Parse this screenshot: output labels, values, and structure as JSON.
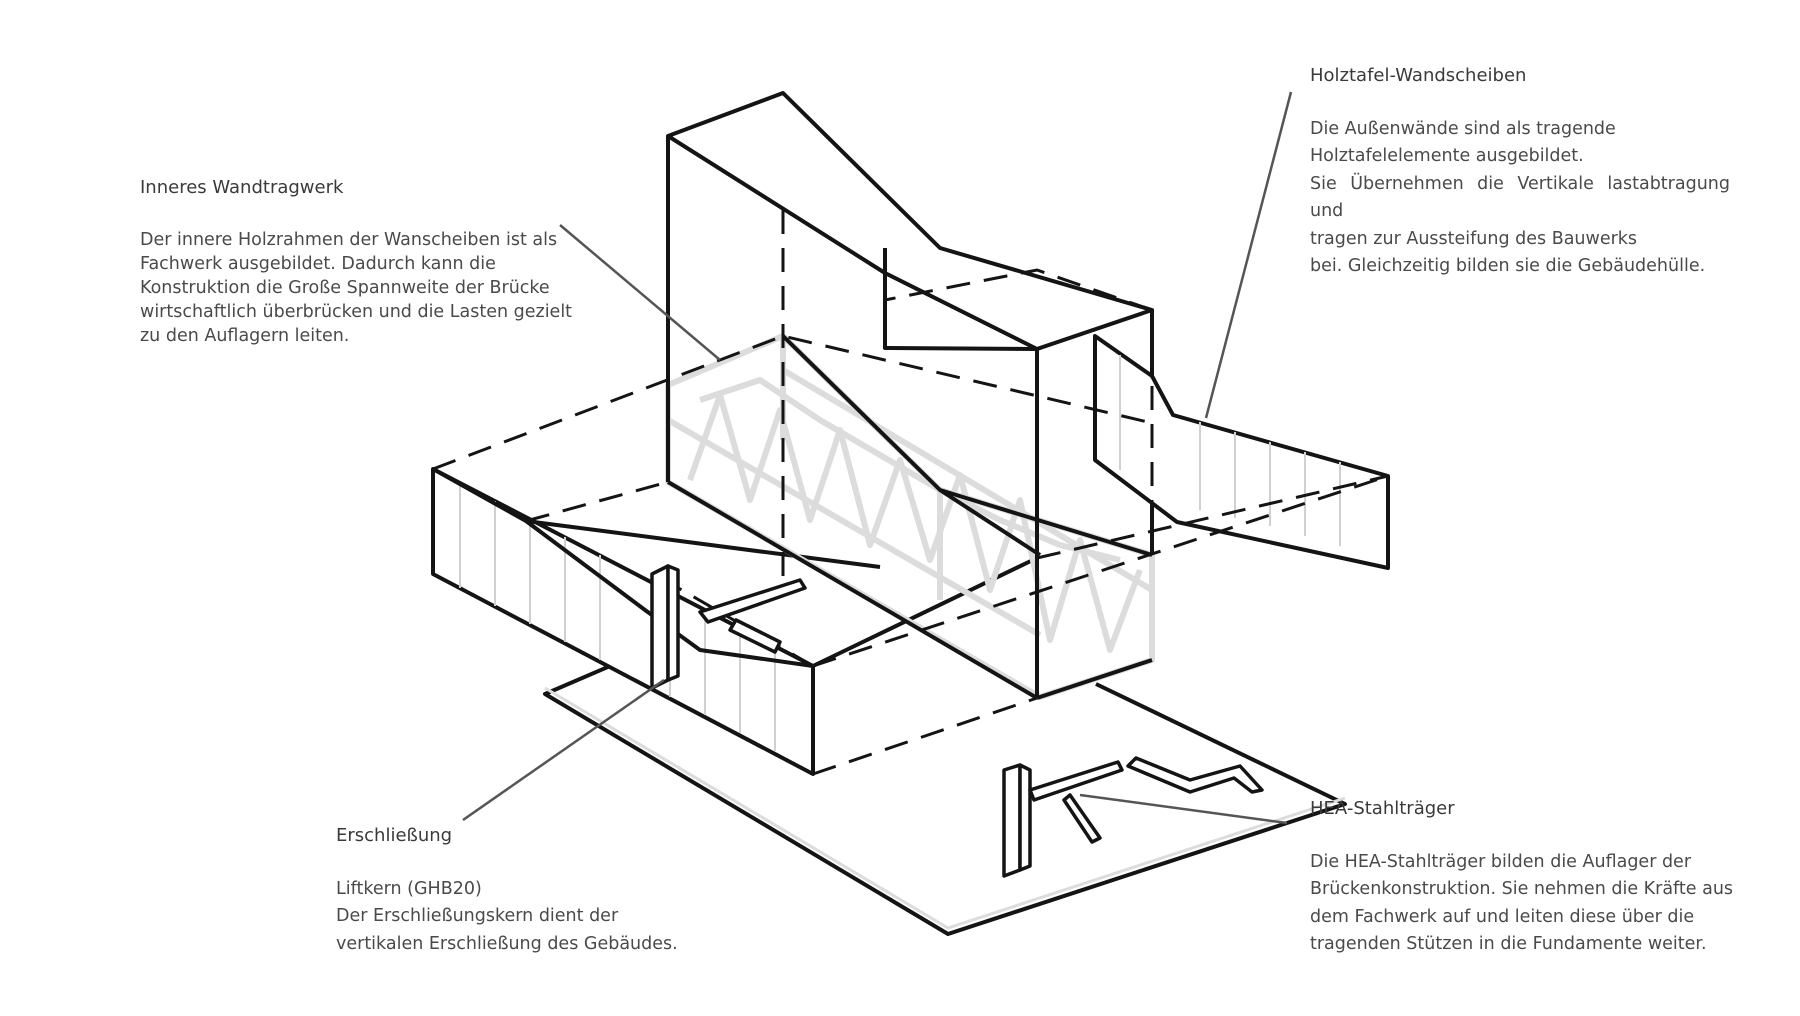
{
  "annotations": {
    "outer_walls": {
      "title": "Holztafel-Wandscheiben",
      "lines": [
        "Die Außenwände sind als tragende",
        "Holztafelelemente ausgebildet.",
        "Sie Übernehmen die Vertikale lastabtragung und",
        "tragen zur Aussteifung des Bauwerks",
        "bei. Gleichzeitig bilden sie die Gebäudehülle."
      ]
    },
    "inner_structure": {
      "title": "Inneres Wandtragwerk",
      "lines": [
        "Der innere Holzrahmen der Wanscheiben ist als",
        "Fachwerk ausgebildet. Dadurch kann die",
        "Konstruktion die Große Spannweite der Brücke",
        "wirtschaftlich überbrücken und die Lasten gezielt",
        "zu den Auflagern leiten."
      ]
    },
    "access": {
      "title": "Erschließung",
      "lines": [
        "Liftkern (GHB20)",
        "Der Erschließungskern dient der",
        "vertikalen Erschließung des Gebäudes."
      ]
    },
    "steel_beams": {
      "title": "HEA-Stahlträger",
      "lines": [
        "Die HEA-Stahlträger bilden die Auflager der",
        "Brückenkonstruktion. Sie nehmen die Kräfte aus",
        "dem Fachwerk auf und leiten diese über die",
        "tragenden Stützen in die Fundamente weiter."
      ]
    }
  },
  "colors": {
    "ink": "#141414",
    "truss": "#d9d9d9",
    "leader": "#555555",
    "text": "#4a4a4a"
  }
}
